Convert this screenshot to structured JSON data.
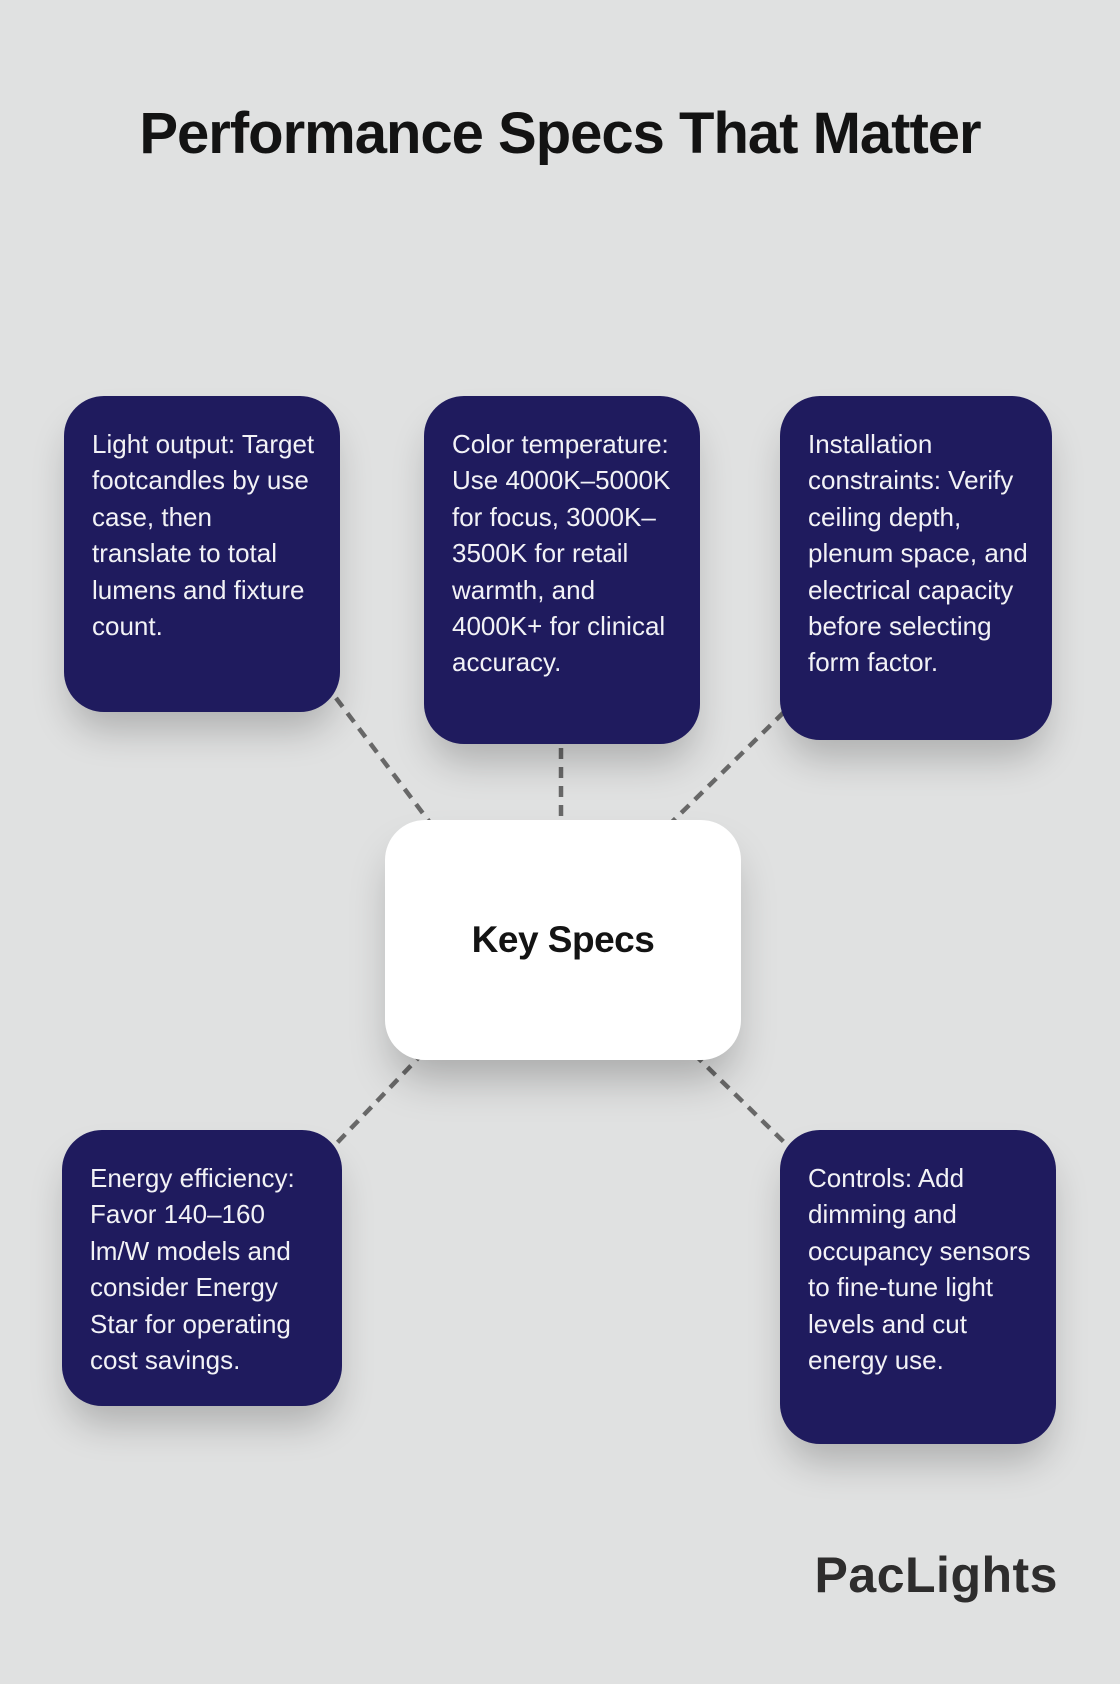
{
  "title": "Performance Specs That Matter",
  "center": {
    "label": "Key Specs"
  },
  "nodes": [
    {
      "id": "light-output",
      "text": "Light output: Target footcandles by use case, then translate to total lumens and fixture count."
    },
    {
      "id": "color-temperature",
      "text": "Color temperature: Use 4000K–5000K for focus, 3000K–3500K for retail warmth, and 4000K+ for clinical accuracy."
    },
    {
      "id": "installation-constraints",
      "text": "Installation constraints: Verify ceiling depth, plenum space, and electrical capacity before selecting form factor."
    },
    {
      "id": "energy-efficiency",
      "text": "Energy efficiency: Favor 140–160 lm/W models and consider Energy Star for operating cost savings."
    },
    {
      "id": "controls",
      "text": "Controls: Add dimming and occupancy sensors to fine-tune light levels and cut energy use."
    }
  ],
  "brand": {
    "logo_text": "PacLights"
  },
  "colors": {
    "background": "#e0e1e1",
    "node": "#1f1b5e",
    "node_text": "#f2f2f6",
    "center_bg": "#ffffff",
    "center_text": "#131313",
    "connector": "#686868",
    "title": "#131313",
    "logo": "#2e2d2d"
  }
}
